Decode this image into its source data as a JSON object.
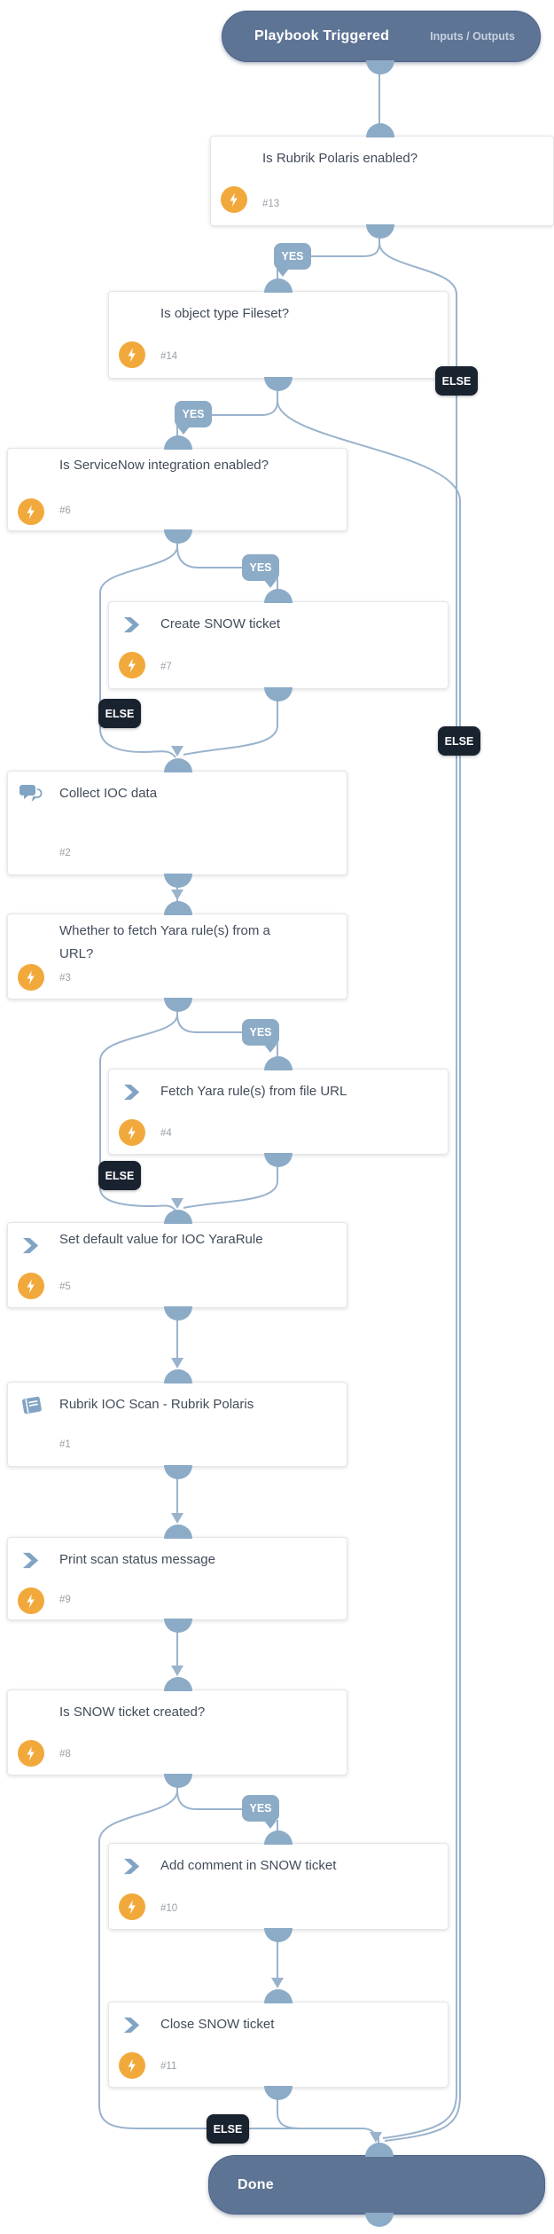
{
  "header": {
    "title": "Playbook Triggered",
    "io_label": "Inputs / Outputs"
  },
  "done": {
    "title": "Done"
  },
  "labels": {
    "yes": "YES",
    "else": "ELSE"
  },
  "colors": {
    "pill": "#5e7495",
    "connector": "#8cabc7",
    "edge": "#9ab3cd",
    "else_bg": "#19222f",
    "bolt_bg": "#f2a93b",
    "icon": "#82a4c4"
  },
  "nodes": [
    {
      "num": "#13",
      "title": "Is Rubrik Polaris enabled?",
      "type": "condition"
    },
    {
      "num": "#14",
      "title": "Is object type Fileset?",
      "type": "condition"
    },
    {
      "num": "#6",
      "title": "Is ServiceNow integration enabled?",
      "type": "condition"
    },
    {
      "num": "#7",
      "title": "Create SNOW ticket",
      "type": "task"
    },
    {
      "num": "#2",
      "title": "Collect IOC data",
      "type": "data-collection"
    },
    {
      "num": "#3",
      "title": "Whether to fetch Yara rule(s) from a URL?",
      "type": "condition"
    },
    {
      "num": "#4",
      "title": "Fetch Yara rule(s) from file URL",
      "type": "task"
    },
    {
      "num": "#5",
      "title": "Set default value for IOC YaraRule",
      "type": "task"
    },
    {
      "num": "#1",
      "title": "Rubrik IOC Scan - Rubrik Polaris",
      "type": "sub-playbook"
    },
    {
      "num": "#9",
      "title": "Print scan status message",
      "type": "task"
    },
    {
      "num": "#8",
      "title": "Is SNOW ticket created?",
      "type": "condition"
    },
    {
      "num": "#10",
      "title": "Add comment in SNOW ticket",
      "type": "task"
    },
    {
      "num": "#11",
      "title": "Close SNOW ticket",
      "type": "task"
    }
  ]
}
